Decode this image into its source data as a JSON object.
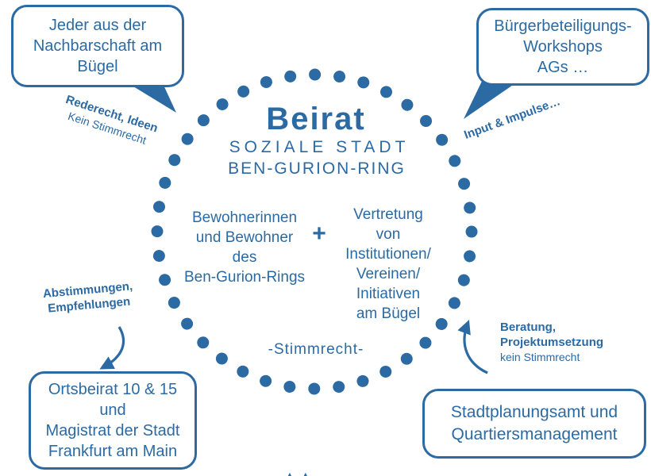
{
  "colors": {
    "accent": "#2b6aa3"
  },
  "circle": {
    "title": "Beirat",
    "subtitle_line1": "SOZIALE STADT",
    "subtitle_line2": "BEN-GURION-RING",
    "left_member": {
      "lines": [
        "Bewohnerinnen",
        "und Bewohner",
        "des",
        "Ben-Gurion-Rings"
      ]
    },
    "plus_sign": "+",
    "right_member": {
      "lines": [
        "Vertretung",
        "von",
        "Institutionen/",
        "Vereinen/",
        "Initiativen",
        "am Bügel"
      ]
    },
    "voting_note": "-Stimmrecht-"
  },
  "bubble_top_left": {
    "lines": [
      "Jeder aus der",
      "Nachbarschaft am",
      "Bügel"
    ]
  },
  "bubble_top_right": {
    "lines": [
      "Bürgerbeteiligungs-",
      "Workshops",
      "AGs …"
    ]
  },
  "box_bottom_left": {
    "lines": [
      "Ortsbeirat 10 & 15",
      "und",
      "Magistrat der Stadt",
      "Frankfurt am Main"
    ]
  },
  "box_bottom_right": {
    "lines": [
      "Stadtplanungsamt und",
      "Quartiersmanagement"
    ]
  },
  "connector_top_left": {
    "bold": "Rederecht, Ideen",
    "normal": "Kein Stimmrecht"
  },
  "connector_top_right": {
    "bold": "Input & Impulse…"
  },
  "connector_left": {
    "bold_line1": "Abstimmungen,",
    "bold_line2": "Empfehlungen"
  },
  "connector_right": {
    "bold_line1": "Beratung,",
    "bold_line2": "Projektumsetzung",
    "normal": "kein Stimmrecht"
  },
  "decoration": {
    "cropped_mark": "▲▲"
  }
}
